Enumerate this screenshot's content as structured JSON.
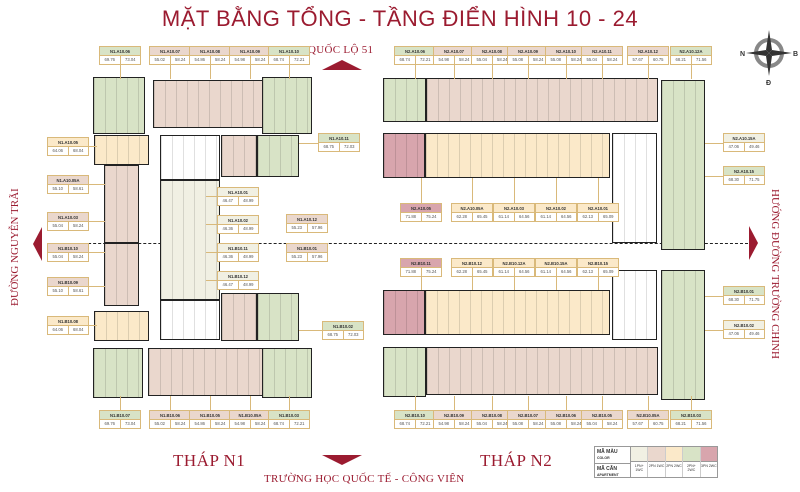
{
  "title": "MẶT BẰNG TỔNG - TẦNG ĐIỂN HÌNH 10 - 24",
  "roads": {
    "top": "QUỐC LỘ 51",
    "bottom": "TRƯỜNG HỌC QUỐC TẾ - CÔNG VIÊN",
    "left": "ĐƯỜNG NGUYỄN TRÃI",
    "right": "HƯỚNG ĐƯỜNG TRƯỜNG CHINH"
  },
  "towers": {
    "n1": "THÁP N1",
    "n2": "THÁP N2"
  },
  "compass": {
    "n": "N",
    "b": "B",
    "d": "Đ"
  },
  "colors": {
    "brand": "#9b1b30",
    "green": "#d8e3c6",
    "pink": "#ead7cd",
    "yellow": "#fbe9c9",
    "red": "#d8a5ad",
    "cream": "#f1f0e3"
  },
  "units": {
    "n1_top": [
      {
        "name": "N1.A10.06",
        "a": "69.76",
        "b": "73.04"
      },
      {
        "name": "N1.A10.07",
        "a": "55.02",
        "b": "58.24"
      },
      {
        "name": "N1.A10.08",
        "a": "54.86",
        "b": "58.24"
      },
      {
        "name": "N1.A10.09",
        "a": "54.98",
        "b": "58.24"
      },
      {
        "name": "N1.A10.10",
        "a": "68.74",
        "b": "72.21"
      }
    ],
    "n1_left": [
      {
        "name": "N1.A10.05",
        "a": "64.06",
        "b": "68.04"
      },
      {
        "name": "N1.A10.05A",
        "a": "55.10",
        "b": "58.61"
      },
      {
        "name": "N1.A10.03",
        "a": "55.04",
        "b": "58.24"
      },
      {
        "name": "N1.B10.10",
        "a": "55.04",
        "b": "58.24"
      },
      {
        "name": "N1.B10.09",
        "a": "55.10",
        "b": "58.61"
      },
      {
        "name": "N1.B10.08",
        "a": "64.06",
        "b": "68.04"
      }
    ],
    "n1_center": [
      {
        "name": "N1.A10.01",
        "a": "46.47",
        "b": "48.99"
      },
      {
        "name": "N1.A10.02",
        "a": "46.36",
        "b": "48.99"
      },
      {
        "name": "N1.B10.11",
        "a": "46.36",
        "b": "48.99"
      },
      {
        "name": "N1.B10.12",
        "a": "46.47",
        "b": "48.99"
      }
    ],
    "n1_right": [
      {
        "name": "N1.A10.11",
        "a": "68.75",
        "b": "72.03"
      },
      {
        "name": "N1.A10.12",
        "a": "55.23",
        "b": "57.96"
      },
      {
        "name": "N1.B10.01",
        "a": "55.23",
        "b": "57.96"
      },
      {
        "name": "N1.B10.02",
        "a": "68.75",
        "b": "72.03"
      }
    ],
    "n1_bottom": [
      {
        "name": "N1.B10.07",
        "a": "69.76",
        "b": "73.04"
      },
      {
        "name": "N1.B10.06",
        "a": "55.02",
        "b": "58.24"
      },
      {
        "name": "N1.B10.05",
        "a": "54.86",
        "b": "58.24"
      },
      {
        "name": "N1.B10.05A",
        "a": "54.98",
        "b": "58.24"
      },
      {
        "name": "N1.B10.03",
        "a": "68.74",
        "b": "72.21"
      }
    ],
    "n2_top": [
      {
        "name": "N2.A10.06",
        "a": "68.74",
        "b": "72.21"
      },
      {
        "name": "N2.A10.07",
        "a": "54.98",
        "b": "58.24"
      },
      {
        "name": "N2.A10.08",
        "a": "55.04",
        "b": "58.24"
      },
      {
        "name": "N2.A10.09",
        "a": "55.08",
        "b": "58.24"
      },
      {
        "name": "N2.A10.10",
        "a": "55.08",
        "b": "58.24"
      },
      {
        "name": "N2.A10.11",
        "a": "55.04",
        "b": "58.24"
      },
      {
        "name": "N2.A10.12",
        "a": "57.67",
        "b": "60.75"
      },
      {
        "name": "N2.A10.12A",
        "a": "68.21",
        "b": "71.56"
      }
    ],
    "n2_mid_a": [
      {
        "name": "N2.A10.05",
        "a": "71.88",
        "b": "75.24"
      },
      {
        "name": "N2.A10.05A",
        "a": "62.28",
        "b": "65.45"
      },
      {
        "name": "N2.A10.03",
        "a": "61.14",
        "b": "64.56"
      },
      {
        "name": "N2.A10.02",
        "a": "61.14",
        "b": "64.56"
      },
      {
        "name": "N2.A10.01",
        "a": "62.13",
        "b": "65.09"
      }
    ],
    "n2_mid_b": [
      {
        "name": "N2.B10.11",
        "a": "71.88",
        "b": "75.24"
      },
      {
        "name": "N2.B10.12",
        "a": "62.28",
        "b": "65.45"
      },
      {
        "name": "N2.B10.12A",
        "a": "61.14",
        "b": "64.56"
      },
      {
        "name": "N2.B10.15A",
        "a": "61.14",
        "b": "64.56"
      },
      {
        "name": "N2.B10.15",
        "a": "62.13",
        "b": "65.09"
      }
    ],
    "n2_right": [
      {
        "name": "N2.A10.15A",
        "a": "47.06",
        "b": "49.46"
      },
      {
        "name": "N2.A10.15",
        "a": "68.30",
        "b": "71.75"
      },
      {
        "name": "N2.B10.01",
        "a": "68.30",
        "b": "71.75"
      },
      {
        "name": "N2.B10.02",
        "a": "47.06",
        "b": "49.46"
      }
    ],
    "n2_bottom": [
      {
        "name": "N2.B10.10",
        "a": "68.74",
        "b": "72.21"
      },
      {
        "name": "N2.B10.09",
        "a": "54.98",
        "b": "58.24"
      },
      {
        "name": "N2.B10.08",
        "a": "55.04",
        "b": "58.24"
      },
      {
        "name": "N2.B10.07",
        "a": "55.08",
        "b": "58.24"
      },
      {
        "name": "N2.B10.06",
        "a": "55.08",
        "b": "58.24"
      },
      {
        "name": "N2.B10.05",
        "a": "55.04",
        "b": "58.24"
      },
      {
        "name": "N2.B10.05A",
        "a": "57.67",
        "b": "60.75"
      },
      {
        "name": "N2.B10.03",
        "a": "68.21",
        "b": "71.56"
      }
    ]
  },
  "legend": {
    "color_label": "MÃ MÀU",
    "color_sub": "COLOR",
    "apt_label": "MÃ CĂN",
    "apt_sub": "APARTMENT",
    "items": [
      {
        "text": "1PN+ 1WC",
        "color": "#f1f0e3"
      },
      {
        "text": "2PN 1WC",
        "color": "#ead7cd"
      },
      {
        "text": "2PN 2WC",
        "color": "#fbe9c9"
      },
      {
        "text": "2PN+ 2WC",
        "color": "#d8e3c6"
      },
      {
        "text": "3PN 2WC",
        "color": "#d8a5ad"
      }
    ]
  }
}
